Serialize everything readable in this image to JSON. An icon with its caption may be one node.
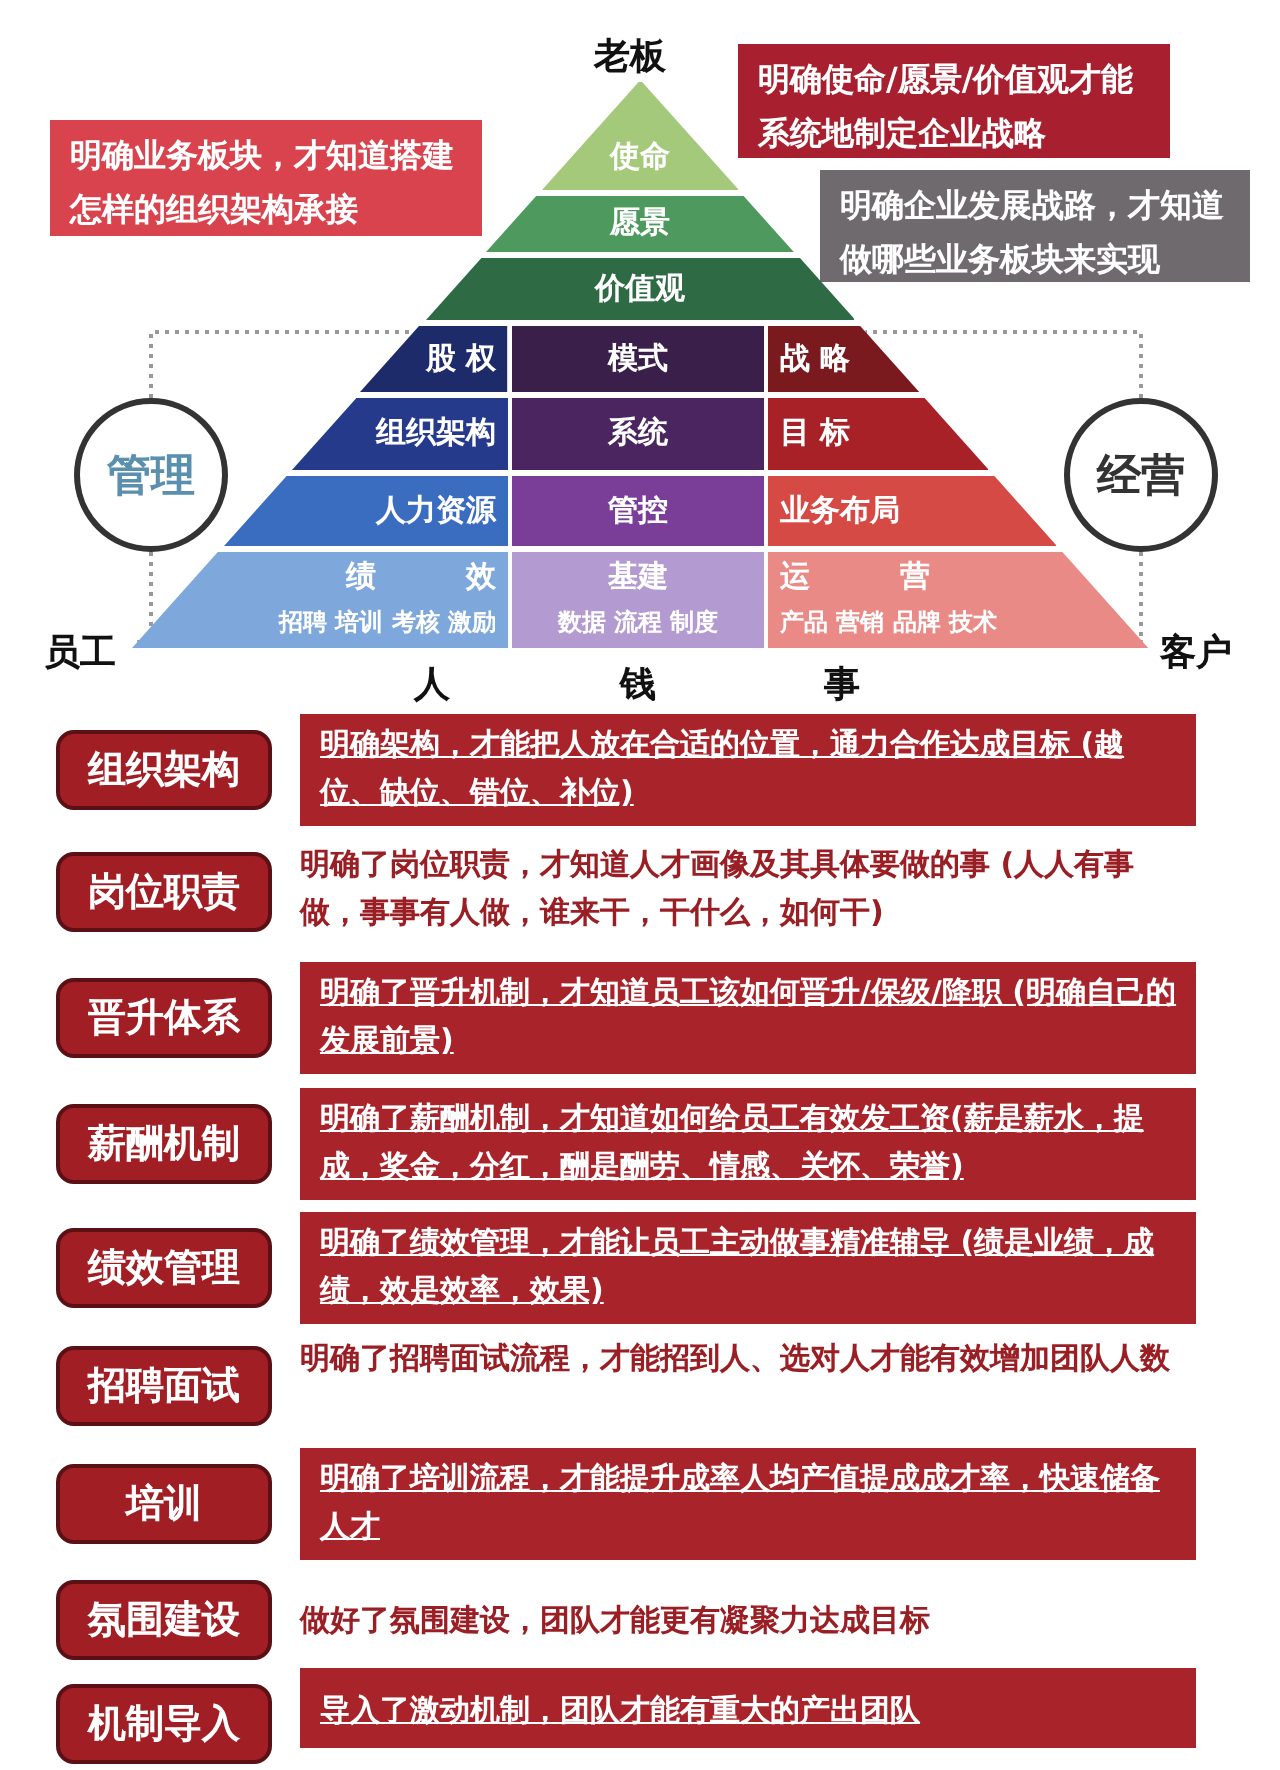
{
  "diagram": {
    "nodes": [
      {
        "text": [
          "明确业务板块，才知道搭建怎样的组织架构承接"
        ]
      },
      {
        "text": [
          "明确使命/愿景/价值观才能系统地制定企业战略"
        ]
      },
      {
        "text": [
          "明确企业发展战路，才知道做哪些业务板块来实现"
        ]
      },
      {
        "text": [
          "使命"
        ]
      },
      {
        "text": [
          "愿景"
        ]
      },
      {
        "text": [
          "价值观"
        ]
      },
      {
        "text": [
          "股 权"
        ]
      },
      {
        "text": [
          "模式"
        ]
      },
      {
        "text": [
          "战 略"
        ]
      },
      {
        "text": [
          "组织架构"
        ]
      },
      {
        "text": [
          "系统"
        ]
      },
      {
        "text": [
          "目 标"
        ]
      },
      {
        "text": [
          "人力资源"
        ]
      },
      {
        "text": [
          "管控"
        ]
      },
      {
        "text": [
          "业务布局"
        ]
      },
      {
        "text": [
          "绩 效",
          "招聘 培训 考核 激励"
        ]
      },
      {
        "text": [
          "基建",
          "数据 流程 制度"
        ]
      },
      {
        "text": [
          "运 营",
          "产品 营销 品牌 技术"
        ]
      },
      {
        "text": [
          "管理"
        ]
      },
      {
        "text": [
          "经营"
        ]
      },
      {
        "text": [
          "组织架构"
        ]
      },
      {
        "text": [
          "明确架构，才能把人放在合适的位置，通力合作达成目标 (越位、缺位、错位、补位)"
        ]
      },
      {
        "text": [
          "岗位职责"
        ],
        "beside": [
          "明确了岗位职责，才知道人才画像及其具体要做的事 (人人有事做，事事有人做，谁来干，干什么，如何干)"
        ]
      },
      {
        "text": [
          "晋升体系"
        ]
      },
      {
        "text": [
          "明确了晋升机制，才知道员工该如何晋升/保级/降职 (明确自己的发展前景)"
        ]
      },
      {
        "text": [
          "薪酬机制"
        ]
      },
      {
        "text": [
          "明确了薪酬机制，才知道如何给员工有效发工资(薪是薪水，提成，奖金，分红，酬是酬劳、情感、关怀、荣誉)"
        ]
      },
      {
        "text": [
          "绩效管理"
        ]
      },
      {
        "text": [
          "明确了绩效管理，才能让员工主动做事精准辅导 (绩是业绩，成绩，效是效率，效果)"
        ]
      },
      {
        "text": [
          "招聘面试"
        ],
        "beside": [
          "明确了招聘面试流程，才能招到人、选对人才能有效增加团队人数"
        ]
      },
      {
        "text": [
          "培训"
        ]
      },
      {
        "text": [
          "明确了培训流程，才能提升成率人均产值提成成才率，快速储备人才"
        ]
      },
      {
        "text": [
          "氛围建设"
        ],
        "beside": [
          "做好了氛围建设，团队才能更有凝聚力达成目标"
        ]
      },
      {
        "text": [
          "机制导入"
        ]
      },
      {
        "text": [
          "导入了激动机制，团队才能有重大的产出团队"
        ]
      }
    ],
    "edges": [
      {
        "from": 18,
        "to": 6,
        "arrow": "none",
        "style": "dashed"
      },
      {
        "from": 18,
        "to": 15,
        "arrow": "none",
        "style": "dashed"
      },
      {
        "from": 19,
        "to": 8,
        "arrow": "none",
        "style": "dashed"
      },
      {
        "from": 19,
        "to": 17,
        "arrow": "none",
        "style": "dashed"
      }
    ],
    "labels": [
      "老板",
      "员工",
      "客户",
      "人",
      "钱",
      "事"
    ]
  }
}
